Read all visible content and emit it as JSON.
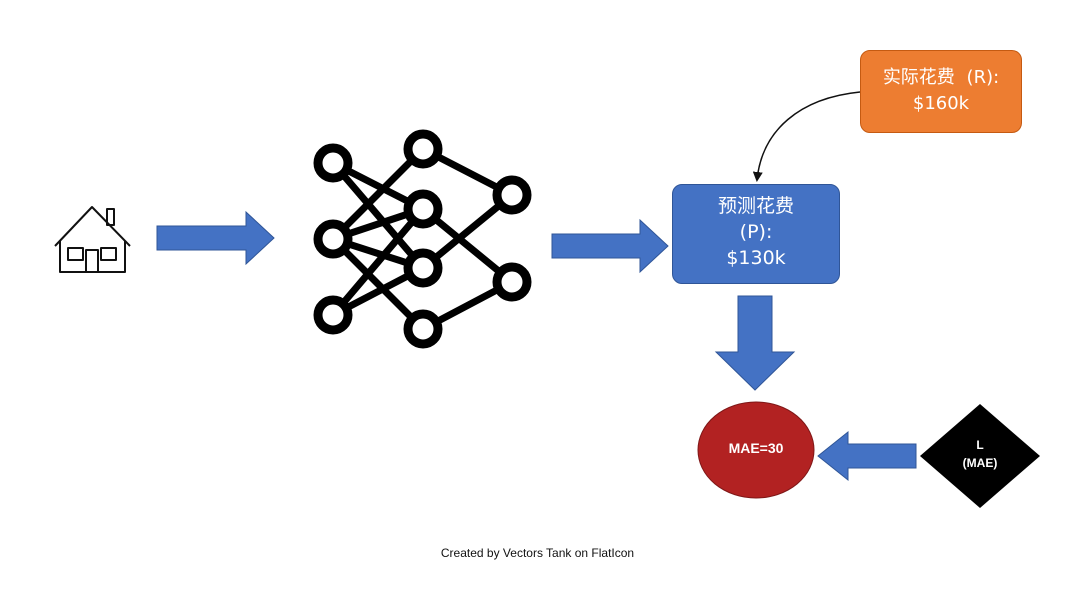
{
  "predicted": {
    "line1": "预测花费",
    "line2": "(P):",
    "line3": "$130k"
  },
  "actual": {
    "line1_cn": "实际花费",
    "line1_suffix": "(R):",
    "line2": "$160k"
  },
  "mae": {
    "label": "MAE=30"
  },
  "loss": {
    "line1": "L",
    "line2": "(MAE)"
  },
  "credit": "Created by Vectors Tank on FlatIcon",
  "colors": {
    "arrow": "#4472c4",
    "predicted_box": "#4472c4",
    "actual_box": "#ed7d31",
    "mae_ellipse": "#b22222",
    "loss_diamond": "#000000"
  },
  "icons": [
    "house-icon",
    "neural-network-icon"
  ]
}
